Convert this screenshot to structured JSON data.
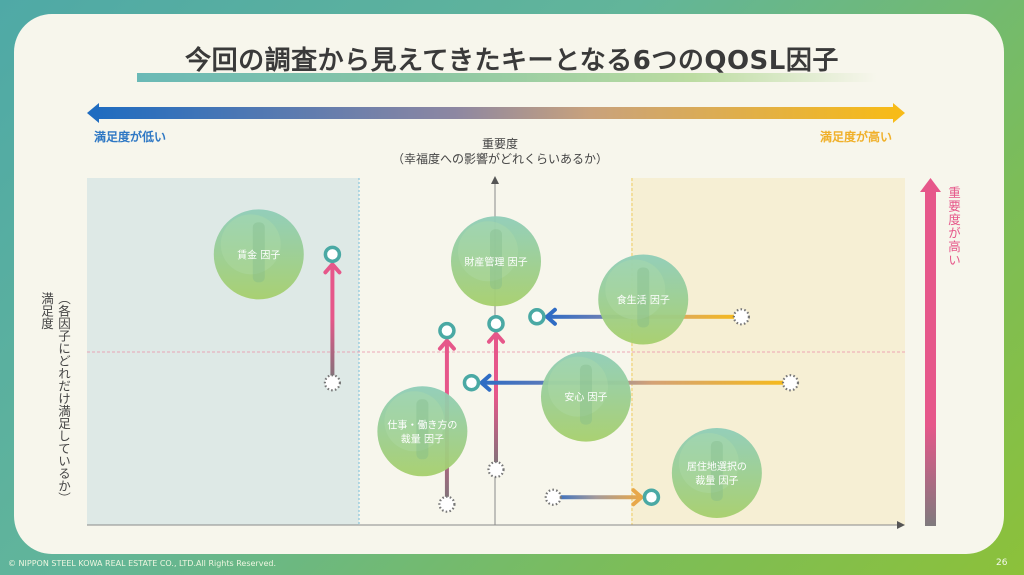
{
  "title": "今回の調査から見えてきたキーとなる6つのQOSL因子",
  "footer": {
    "copyright": "© NIPPON STEEL KOWA REAL ESTATE CO., LTD.All Rights Reserved.",
    "page_number": "26"
  },
  "colors": {
    "low_satisfaction": "#2f78c4",
    "high_satisfaction": "#f0b02a",
    "high_importance": "#e6578a",
    "end_marker": "#4aa9a4",
    "low_zone": "#dee9e6",
    "high_zone": "#f6efd4"
  },
  "chart_data": {
    "type": "scatter",
    "title": "今回の調査から見えてきたキーとなる6つのQOSL因子",
    "x_axis": {
      "label_low": "満足度が低い",
      "label_high": "満足度が高い"
    },
    "y_axis": {
      "label_title": "重要度",
      "label_sub": "（幸福度への影響がどれくらいあるか）",
      "label_high": "重要度が高い"
    },
    "left_axis": {
      "label_title": "満足度",
      "label_sub": "（各因子にどれだけ満足しているか）"
    },
    "units": "relative position, 0–100 on each axis",
    "factors": [
      {
        "name": "賃金 因子",
        "lines": [
          "賃金 因子"
        ],
        "bubble": {
          "x": 21,
          "y": 78
        },
        "from": {
          "x": 30,
          "y": 41
        },
        "to": {
          "x": 30,
          "y": 78
        },
        "direction": "up"
      },
      {
        "name": "財産管理 因子",
        "lines": [
          "財産管理 因子"
        ],
        "bubble": {
          "x": 50,
          "y": 76
        },
        "from": {
          "x": 50,
          "y": 16
        },
        "to": {
          "x": 50,
          "y": 58
        },
        "direction": "up"
      },
      {
        "name": "食生活 因子",
        "lines": [
          "食生活 因子"
        ],
        "bubble": {
          "x": 68,
          "y": 65
        },
        "from": {
          "x": 80,
          "y": 60
        },
        "to": {
          "x": 55,
          "y": 60
        },
        "direction": "left"
      },
      {
        "name": "安心 因子",
        "lines": [
          "安心 因子"
        ],
        "bubble": {
          "x": 61,
          "y": 37
        },
        "from": {
          "x": 86,
          "y": 41
        },
        "to": {
          "x": 47,
          "y": 41
        },
        "direction": "left"
      },
      {
        "name": "仕事・働き方の裁量 因子",
        "lines": [
          "仕事・働き方の",
          "裁量 因子"
        ],
        "bubble": {
          "x": 41,
          "y": 27
        },
        "from": {
          "x": 44,
          "y": 6
        },
        "to": {
          "x": 44,
          "y": 56
        },
        "direction": "up"
      },
      {
        "name": "居住地選択の裁量 因子",
        "lines": [
          "居住地選択の",
          "裁量 因子"
        ],
        "bubble": {
          "x": 77,
          "y": 15
        },
        "from": {
          "x": 57,
          "y": 8
        },
        "to": {
          "x": 69,
          "y": 8
        },
        "direction": "right"
      }
    ]
  }
}
